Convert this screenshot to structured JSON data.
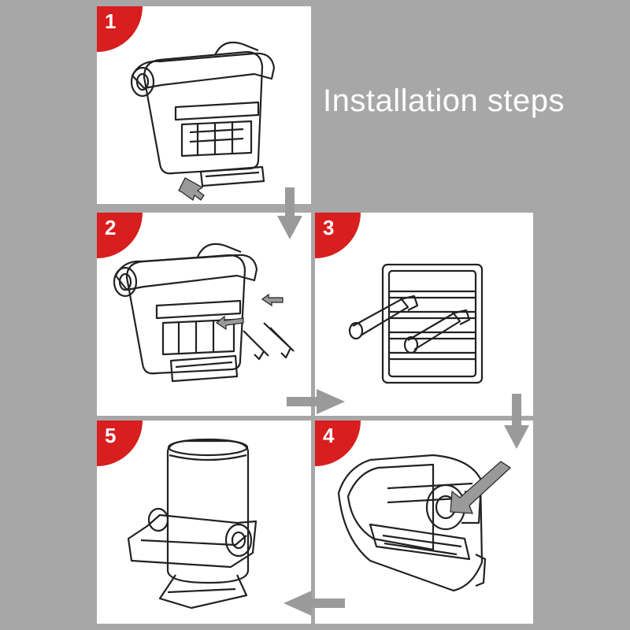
{
  "title": "Installation steps",
  "colors": {
    "background": "#a7a7a7",
    "panel": "#ffffff",
    "badge": "#d81e1e",
    "arrow": "#9a9a9a",
    "ink": "#222222"
  },
  "steps": [
    {
      "number": "1"
    },
    {
      "number": "2"
    },
    {
      "number": "3"
    },
    {
      "number": "4"
    },
    {
      "number": "5"
    }
  ]
}
